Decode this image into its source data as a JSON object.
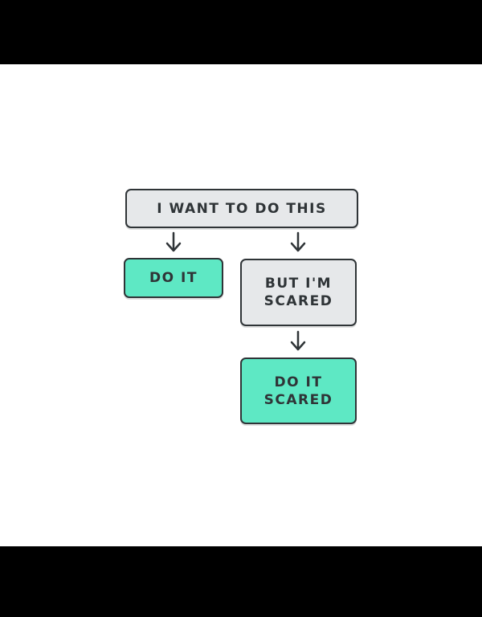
{
  "nodes": {
    "root": "I WANT TO DO THIS",
    "do_it": "DO IT",
    "scared": "BUT I'M\nSCARED",
    "do_it_scared": "DO IT\nSCARED"
  },
  "colors": {
    "gray_box": "#e6e8ea",
    "green_box": "#5ee8c4",
    "stroke": "#2f3437"
  },
  "edges": [
    {
      "from": "root",
      "to": "do_it"
    },
    {
      "from": "root",
      "to": "scared"
    },
    {
      "from": "scared",
      "to": "do_it_scared"
    }
  ]
}
